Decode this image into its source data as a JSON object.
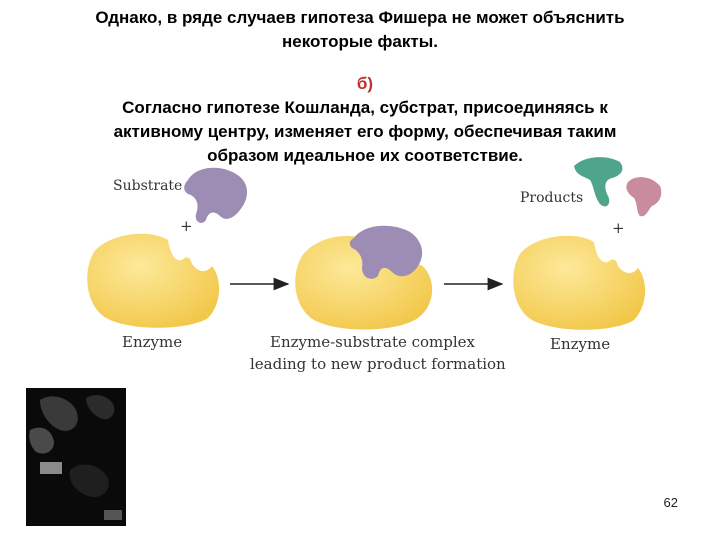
{
  "slide": {
    "title_line1": "Однако, в ряде случаев гипотеза Фишера не может объяснить",
    "title_line2": "некоторые факты.",
    "item_marker": "б)",
    "body_line1": "Согласно гипотезе Кошланда, субстрат, присоединяясь к",
    "body_line2": "активному центру, изменяет его форму, обеспечивая таким",
    "body_line3": "образом идеальное их соответствие.",
    "page_number": "62"
  },
  "diagram": {
    "substrate_label": "Substrate",
    "products_label": "Products",
    "plus_left": "+",
    "plus_right": "+",
    "enzyme_left_label": "Enzyme",
    "complex_label_line1": "Enzyme-substrate complex",
    "complex_label_line2": "leading to new product formation",
    "enzyme_right_label": "Enzyme",
    "colors": {
      "enzyme": "#f2c84b",
      "substrate": "#9d8cb4",
      "product_green": "#4fa58a",
      "product_pink": "#c88c9c",
      "arrow": "#222222"
    }
  }
}
